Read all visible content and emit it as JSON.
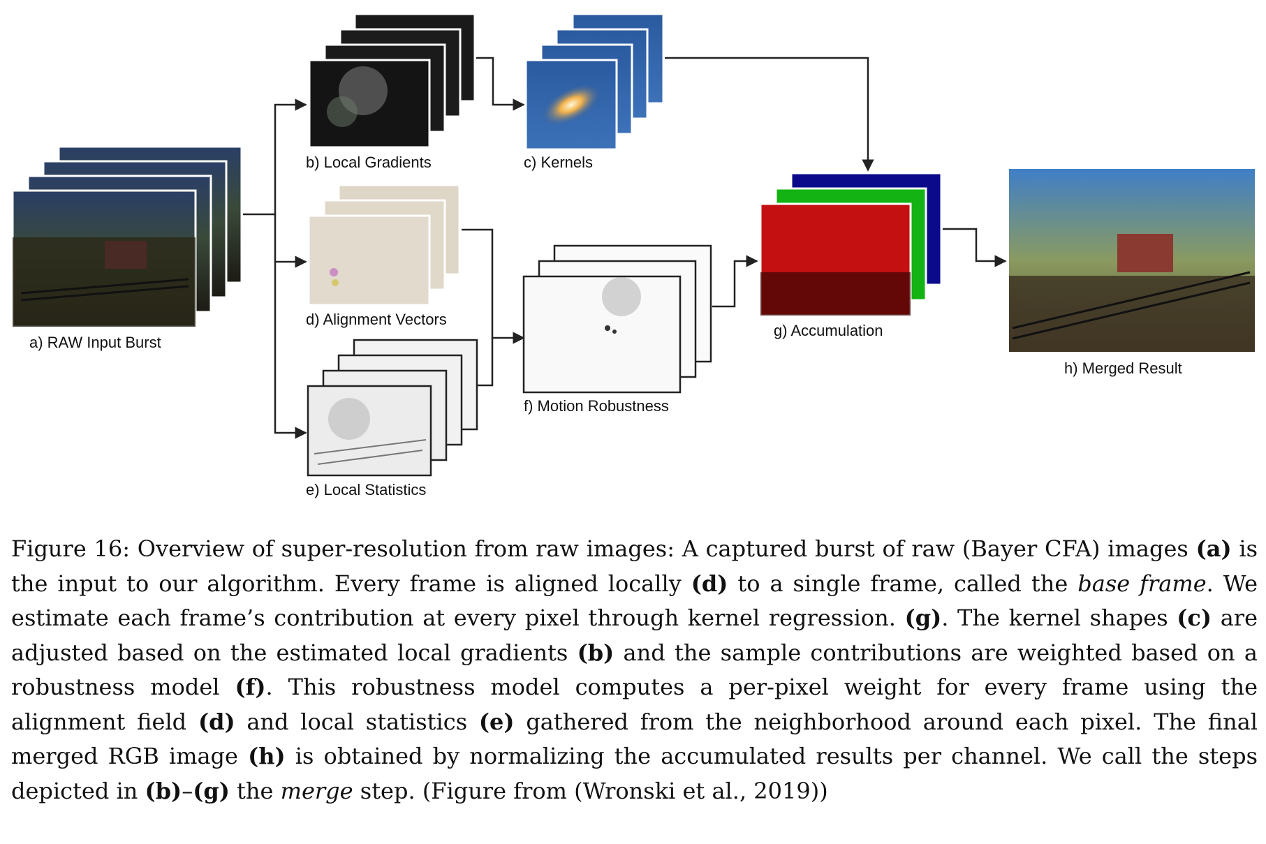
{
  "diagram": {
    "labels": {
      "a": "a) RAW Input Burst",
      "b": "b) Local Gradients",
      "c": "c) Kernels",
      "d": "d) Alignment Vectors",
      "e": "e) Local Statistics",
      "f": "f) Motion Robustness",
      "g": "g) Accumulation",
      "h": "h) Merged Result"
    }
  },
  "caption": {
    "t1": "Figure 16: Overview of super-resolution from raw images: A captured burst of raw (Bayer CFA) images ",
    "r1": "(a)",
    "t2": " is the input to our algorithm. Every frame is aligned locally ",
    "r2": "(d)",
    "t3": " to a single frame, called the ",
    "i1": "base frame",
    "t4": ". We estimate each frame’s contribution at every pixel through kernel regression. ",
    "r3": "(g)",
    "t5": ". The kernel shapes ",
    "r4": "(c)",
    "t6": " are adjusted based on the estimated local gradients ",
    "r5": "(b)",
    "t7": " and the sample contributions are weighted based on a robustness model ",
    "r6": "(f)",
    "t8": ". This robustness model computes a per-pixel weight for every frame using the alignment field ",
    "r7": "(d)",
    "t9": " and local statistics ",
    "r8": "(e)",
    "t10": " gathered from the neighborhood around each pixel. The final merged RGB image ",
    "r9": "(h)",
    "t11": " is obtained by normalizing the accumulated results per channel. We call the steps depicted in ",
    "r10": "(b)",
    "t12": "–",
    "r11": "(g)",
    "t13": " the ",
    "i2": "merge",
    "t14": " step. (Figure from (Wronski et al., 2019))"
  }
}
